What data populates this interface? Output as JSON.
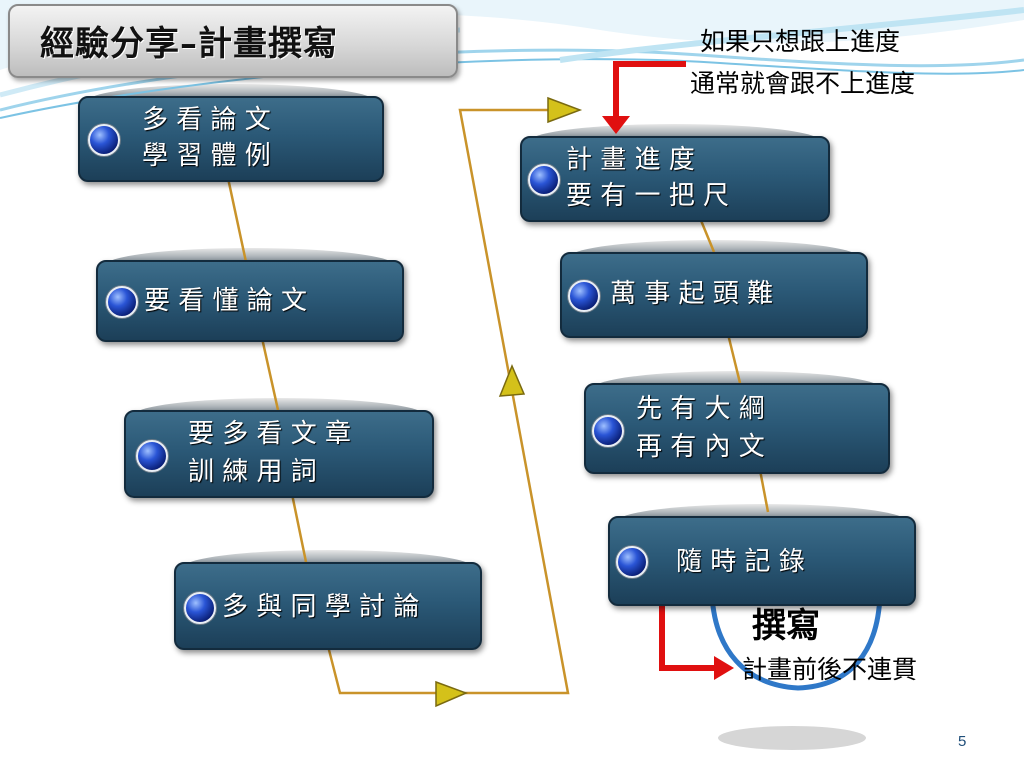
{
  "title": "經驗分享–計畫撰寫",
  "left_steps": [
    {
      "line1": "多 看 論 文",
      "line2": "學 習 體 例"
    },
    {
      "line1": "要 看 懂 論 文"
    },
    {
      "line1": "要 多 看 文 章",
      "line2": "訓 練 用 詞"
    },
    {
      "line1": "多 與 同 學 討 論"
    }
  ],
  "right_steps": [
    {
      "line1": "計 畫 進 度",
      "line2": "要 有 一 把 尺"
    },
    {
      "line1": "萬 事 起 頭 難"
    },
    {
      "line1": "先 有 大 綱",
      "line2": "再 有 內 文"
    },
    {
      "line1": "隨 時 記 錄"
    }
  ],
  "note_top": {
    "line1": "如果只想跟上進度",
    "line2": "通常就會跟不上進度"
  },
  "center_label": "撰寫",
  "note_bottom": "計畫前後不連貫",
  "page_number": "5",
  "colors": {
    "box": "#2b5977",
    "connector": "#c9932a",
    "arrow": "#e01010",
    "circle": "#2f78c8"
  }
}
